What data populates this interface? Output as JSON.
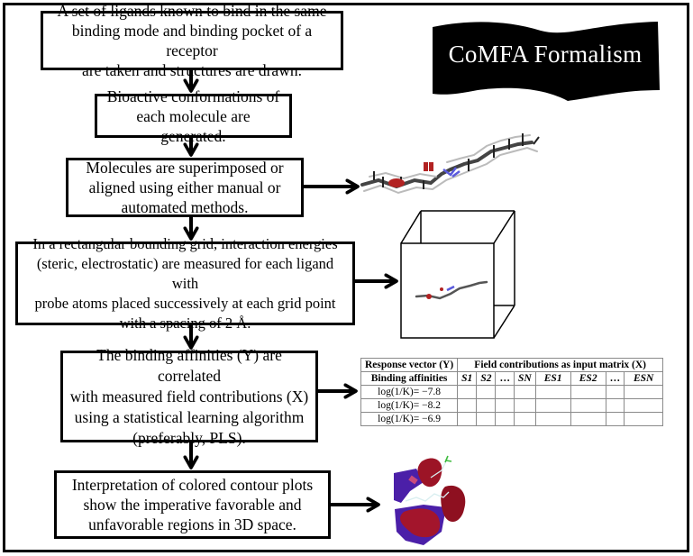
{
  "title": "CoMFA Formalism",
  "steps": [
    {
      "lines": [
        "A set of ligands known to bind in the same",
        "binding mode and binding pocket of a receptor",
        "are taken and structures are drawn."
      ]
    },
    {
      "lines": [
        "Bioactive conformations of",
        "each molecule are generated."
      ]
    },
    {
      "lines": [
        "Molecules are superimposed or",
        "aligned using either manual or",
        "automated methods."
      ]
    },
    {
      "lines": [
        "In a rectangular bounding grid, interaction energies",
        "(steric, electrostatic) are measured for each ligand with",
        "probe atoms placed successively at each grid point",
        "with a spacing of 2 Å."
      ]
    },
    {
      "lines": [
        "The binding affinities (Y) are correlated",
        "with measured field contributions (X)",
        "using a statistical learning algorithm",
        "(preferably, PLS)."
      ]
    },
    {
      "lines": [
        "Interpretation of colored contour plots",
        "show the imperative favorable and",
        "unfavorable regions in 3D space."
      ]
    }
  ],
  "illustrations": {
    "aligned_molecules": "aligned-molecules-image",
    "grid_box": "bounding-grid-box-image",
    "contour_plot": "contour-map-image"
  },
  "matrix_table": {
    "header_y": "Response vector (Y)",
    "header_x": "Field contributions as input matrix (X)",
    "subheader_y": "Binding affinities",
    "columns": [
      "S1",
      "S2",
      "…",
      "SN",
      "ES1",
      "ES2",
      "…",
      "ESN"
    ],
    "rows": [
      "log(1/K)= −7.8",
      "log(1/K)= −8.2",
      "log(1/K)= −6.9"
    ]
  },
  "colors": {
    "frame": "#000000",
    "banner": "#000000",
    "banner_text": "#ffffff",
    "oxygen": "#b22222",
    "nitrogen": "#5a5adc",
    "contour_red": "#a3152c",
    "contour_blue": "#4b1fa8"
  }
}
